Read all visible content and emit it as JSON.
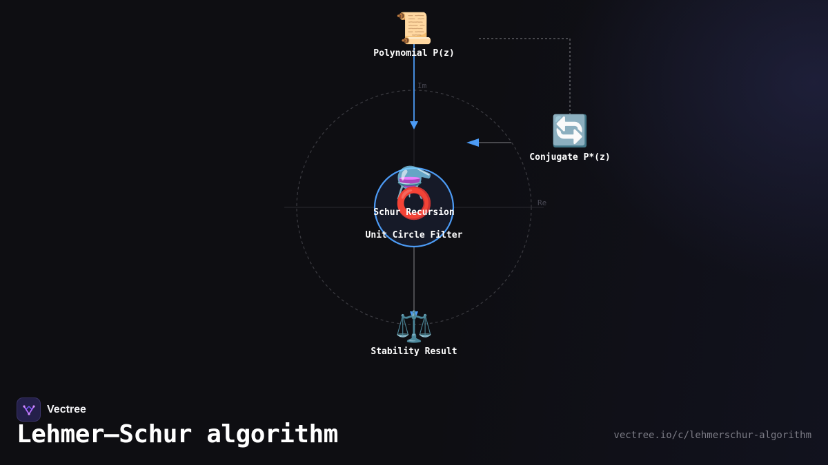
{
  "diagram": {
    "axes": {
      "imaginary_label": "Im",
      "real_label": "Re"
    },
    "nodes": {
      "polynomial": {
        "label": "Polynomial P(z)",
        "icon": "scroll-icon",
        "glyph": "📜"
      },
      "conjugate": {
        "label": "Conjugate P*(z)",
        "icon": "counterclockwise-arrows-icon",
        "glyph": "🔄"
      },
      "schur": {
        "label": "Schur Recursion",
        "icon": "alembic-icon",
        "glyph": "⚗️"
      },
      "unit_circle": {
        "label": "Unit Circle Filter",
        "icon": "hollow-red-circle-icon",
        "glyph": "⭕"
      },
      "stability": {
        "label": "Stability Result",
        "icon": "balance-scale-icon",
        "glyph": "⚖️"
      }
    },
    "colors": {
      "accent": "#4c9bf5",
      "connector": "#6b6b70",
      "dashed": "#3c3c42",
      "axis": "#2a2a30"
    }
  },
  "brand": {
    "name": "Vectree",
    "logo_icon": "vectree-logo-icon"
  },
  "footer": {
    "title": "Lehmer–Schur algorithm",
    "url": "vectree.io/c/lehmerschur-algorithm"
  }
}
